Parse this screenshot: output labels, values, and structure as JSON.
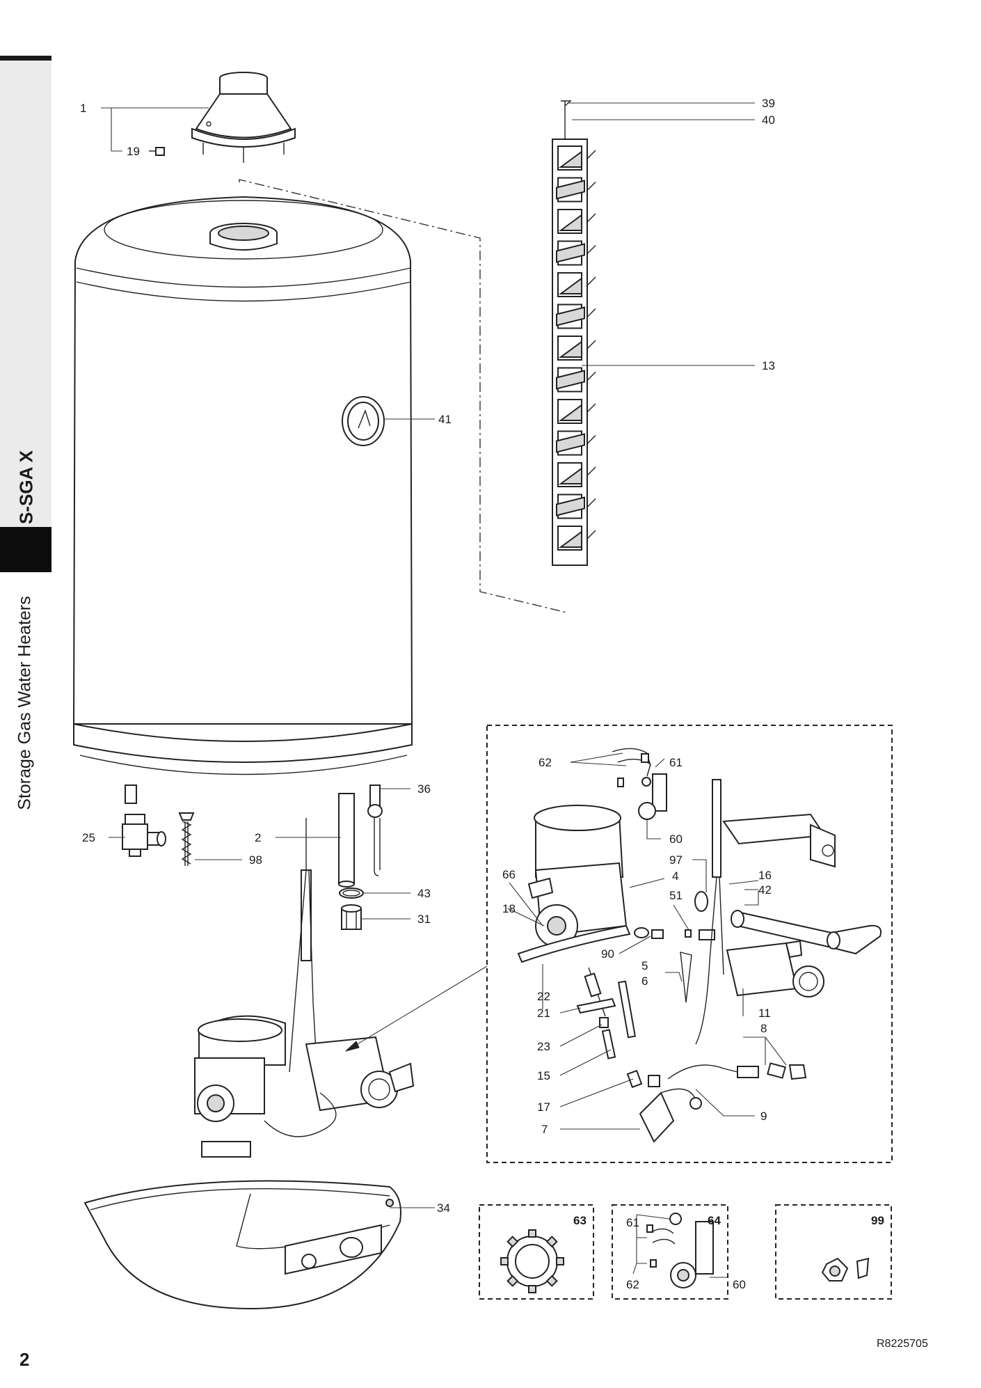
{
  "sidebar": {
    "product_code": "S-SGA X",
    "section_title": "Storage Gas Water Heaters"
  },
  "footer": {
    "page_number": "2",
    "document_code": "R8225705"
  },
  "callouts": {
    "c1": "1",
    "c19": "19",
    "c39": "39",
    "c40": "40",
    "c13": "13",
    "c41": "41",
    "c36": "36",
    "c25": "25",
    "c2": "2",
    "c98": "98",
    "c43": "43",
    "c31": "31",
    "c34": "34",
    "d62": "62",
    "d61": "61",
    "d60": "60",
    "d97": "97",
    "d4": "4",
    "d16": "16",
    "d42": "42",
    "d66": "66",
    "d18": "18",
    "d51": "51",
    "d90": "90",
    "d5": "5",
    "d6": "6",
    "d22": "22",
    "d21": "21",
    "d11": "11",
    "d8": "8",
    "d23": "23",
    "d15": "15",
    "d17": "17",
    "d9": "9",
    "d7": "7",
    "k63": "63",
    "k64": "64",
    "k64_61": "61",
    "k64_62": "62",
    "k64_60": "60",
    "k99": "99"
  }
}
